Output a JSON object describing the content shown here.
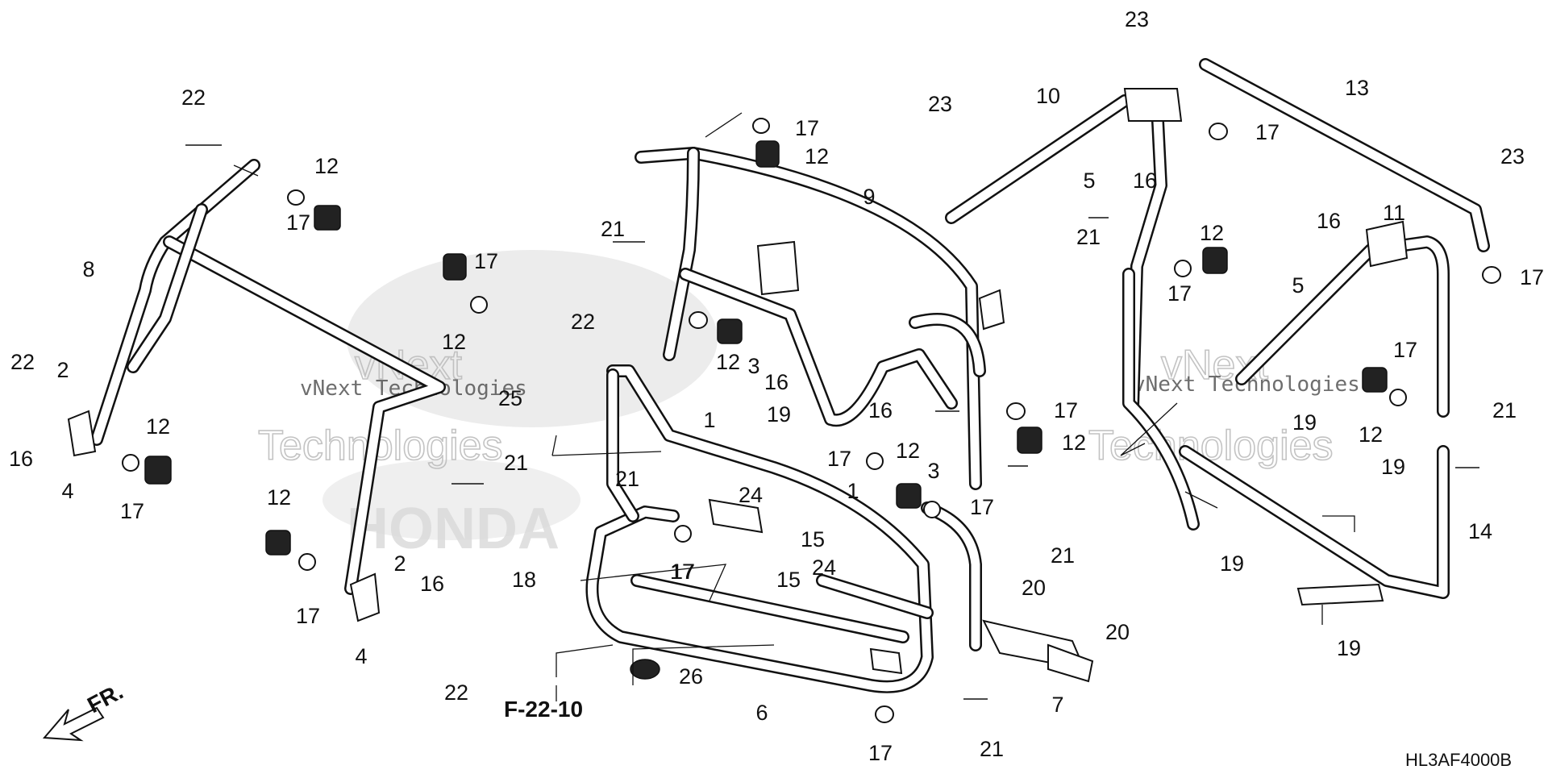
{
  "diagram_code": "HL3AF4000B",
  "reference": "F-22-10",
  "front_marker": "FR.",
  "watermark": {
    "line_left": "vNext Technologies",
    "line_right": "vNext Technologies",
    "big_left_1": "vNext",
    "big_left_2": "Technologies",
    "big_right_1": "vNext",
    "big_right_2": "Technologies",
    "brand": "HONDA"
  },
  "callouts": {
    "c22a": "22",
    "c12a": "12",
    "c17a": "17",
    "c8": "8",
    "c22b": "22",
    "c2a": "2",
    "c16a": "16",
    "c4a": "4",
    "c12b": "12",
    "c17b": "17",
    "c17c": "17",
    "c12c": "12",
    "c22c": "22",
    "c25": "25",
    "c21a": "21",
    "c12d": "12",
    "c17d": "17",
    "c2b": "2",
    "c16b": "16",
    "c4b": "4",
    "c22d": "22",
    "c18": "18",
    "c17e": "17",
    "c12e": "12",
    "c3a": "3",
    "c16c": "16",
    "c1a": "1",
    "c19a": "19",
    "c21b": "21",
    "c24a": "24",
    "c17f": "17",
    "c15a": "15",
    "c15b": "15",
    "c24b": "24",
    "c17g": "17",
    "c26": "26",
    "c6": "6",
    "c17h": "17",
    "c12f": "12",
    "c9": "9",
    "c21c": "21",
    "c16d": "16",
    "c17i": "17",
    "c12g": "12",
    "c3b": "3",
    "c12h": "12",
    "c1b": "1",
    "c17j": "17",
    "c21d": "21",
    "c20a": "20",
    "c20b": "20",
    "c7": "7",
    "c21e": "21",
    "c17k": "17",
    "c23a": "23",
    "c10": "10",
    "c5a": "5",
    "c16e": "16",
    "c21f": "21",
    "c12i": "12",
    "c17l": "17",
    "c23b": "23",
    "c17m": "17",
    "c13": "13",
    "c23c": "23",
    "c16f": "16",
    "c5b": "5",
    "c11": "11",
    "c17n": "17",
    "c12j": "12",
    "c21g": "21",
    "c19b": "19",
    "c19c": "19",
    "c14": "14",
    "c19d": "19",
    "c19e": "19",
    "c17o": "17"
  }
}
